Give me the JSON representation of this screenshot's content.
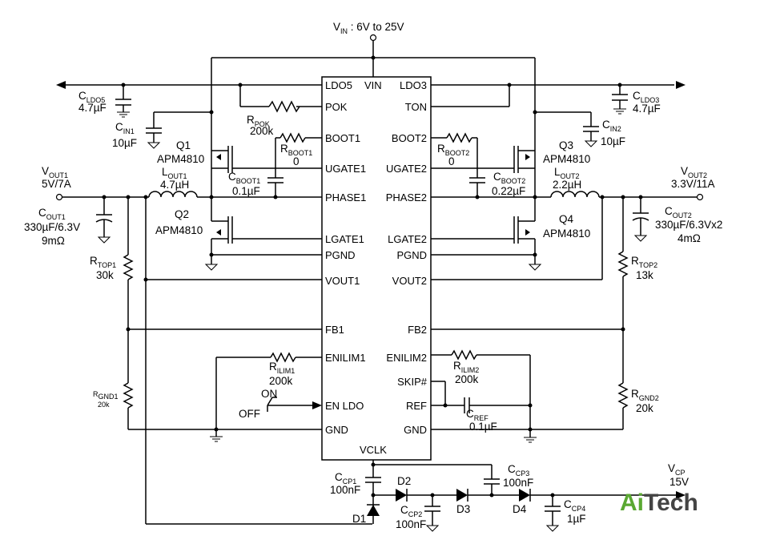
{
  "ic": {
    "pins_left": [
      "LDO5",
      "POK",
      "BOOT1",
      "UGATE1",
      "PHASE1",
      "LGATE1",
      "PGND",
      "VOUT1",
      "FB1",
      "ENILIM1",
      "EN LDO",
      "GND"
    ],
    "pins_right": [
      "LDO3",
      "TON",
      "BOOT2",
      "UGATE2",
      "PHASE2",
      "LGATE2",
      "PGND",
      "VOUT2",
      "FB2",
      "ENILIM2",
      "SKIP#",
      "REF",
      "GND"
    ],
    "pin_top": "VIN",
    "pin_bottom": "VCLK"
  },
  "vin": {
    "main": "V",
    "sub": "IN",
    "rest": " : 6V to 25V"
  },
  "vout1": {
    "main": "V",
    "sub": "OUT1",
    "value": "5V/7A"
  },
  "vout2": {
    "main": "V",
    "sub": "OUT2",
    "value": "3.3V/11A"
  },
  "vcp": {
    "main": "V",
    "sub": "CP",
    "value": "15V"
  },
  "cldo5": {
    "main": "C",
    "sub": "LDO5",
    "value": "4.7µF"
  },
  "cldo3": {
    "main": "C",
    "sub": "LDO3",
    "value": "4.7µF"
  },
  "cin1": {
    "main": "C",
    "sub": "IN1",
    "value": "10µF"
  },
  "cin2": {
    "main": "C",
    "sub": "IN2",
    "value": "10µF"
  },
  "rpok": {
    "main": "R",
    "sub": "POK",
    "value": "200k"
  },
  "rboot1": {
    "main": "R",
    "sub": "BOOT1",
    "value": "0"
  },
  "rboot2": {
    "main": "R",
    "sub": "BOOT2",
    "value": "0"
  },
  "cboot1": {
    "main": "C",
    "sub": "BOOT1",
    "value": "0.1µF"
  },
  "cboot2": {
    "main": "C",
    "sub": "BOOT2",
    "value": "0.22µF"
  },
  "q1": {
    "name": "Q1",
    "part": "APM4810"
  },
  "q2": {
    "name": "Q2",
    "part": "APM4810"
  },
  "q3": {
    "name": "Q3",
    "part": "APM4810"
  },
  "q4": {
    "name": "Q4",
    "part": "APM4810"
  },
  "lout1": {
    "main": "L",
    "sub": "OUT1",
    "value": "4.7µH"
  },
  "lout2": {
    "main": "L",
    "sub": "OUT2",
    "value": "2.2µH"
  },
  "cout1": {
    "main": "C",
    "sub": "OUT1",
    "value": "330µF/6.3V",
    "esr": "9mΩ"
  },
  "cout2": {
    "main": "C",
    "sub": "OUT2",
    "value": "330µF/6.3Vx2",
    "esr": "4mΩ"
  },
  "rtop1": {
    "main": "R",
    "sub": "TOP1",
    "value": "30k"
  },
  "rtop2": {
    "main": "R",
    "sub": "TOP2",
    "value": "13k"
  },
  "rgnd1": {
    "main": "R",
    "sub": "GND1",
    "value": "20k"
  },
  "rgnd2": {
    "main": "R",
    "sub": "GND2",
    "value": "20k"
  },
  "rilim1": {
    "main": "R",
    "sub": "ILIM1",
    "value": "200k"
  },
  "rilim2": {
    "main": "R",
    "sub": "ILIM2",
    "value": "200k"
  },
  "cref": {
    "main": "C",
    "sub": "REF",
    "value": "0.1µF"
  },
  "switch": {
    "on": "ON",
    "off": "OFF"
  },
  "ccp1": {
    "main": "C",
    "sub": "CP1",
    "value": "100nF"
  },
  "ccp2": {
    "main": "C",
    "sub": "CP2",
    "value": "100nF"
  },
  "ccp3": {
    "main": "C",
    "sub": "CP3",
    "value": "100nF"
  },
  "ccp4": {
    "main": "C",
    "sub": "CP4",
    "value": "1µF"
  },
  "diodes": {
    "d1": "D1",
    "d2": "D2",
    "d3": "D3",
    "d4": "D4"
  },
  "logo": {
    "part1": "Ai",
    "part2": "Tech",
    "color_green": "#5aa832",
    "color_dark": "#444444"
  }
}
